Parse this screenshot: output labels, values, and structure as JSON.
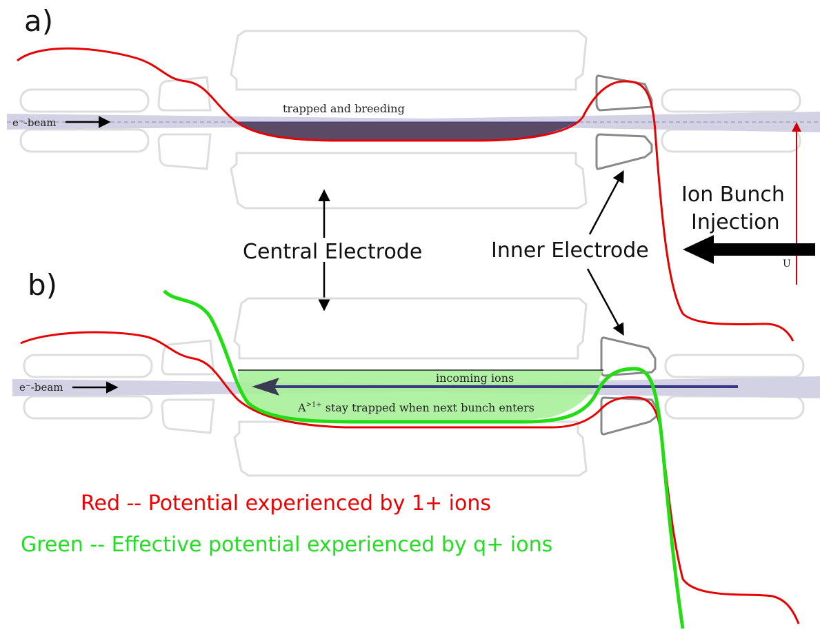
{
  "panels": {
    "a": {
      "label": "a)"
    },
    "b": {
      "label": "b)"
    }
  },
  "labels": {
    "beam_a": "e⁻-beam",
    "beam_b": "e⁻-beam",
    "trapped": "trapped and breeding",
    "central_electrode": "Central Electrode",
    "inner_electrode": "Inner Electrode",
    "injection_line1": "Ion Bunch",
    "injection_line2": "Injection",
    "u_axis": "U",
    "incoming": "incoming ions",
    "stay_trapped": "A",
    "stay_trapped_sup": ">1+",
    "stay_trapped_rest": " stay trapped when next bunch enters"
  },
  "legend": {
    "red": "Red -- Potential experienced by 1+ ions",
    "green": "Green -- Effective potential experienced by q+ ions"
  },
  "colors": {
    "red_curve": "#e60000",
    "green_curve": "#22dd11",
    "red_text": "#ee0000",
    "green_text": "#22dd22",
    "electrode_outline": "#dddddd",
    "inner_electrode": "#888888",
    "beam": "#cfcfe3",
    "trapped_fill": "#5a4a66",
    "green_fill": "#a9f09a"
  }
}
